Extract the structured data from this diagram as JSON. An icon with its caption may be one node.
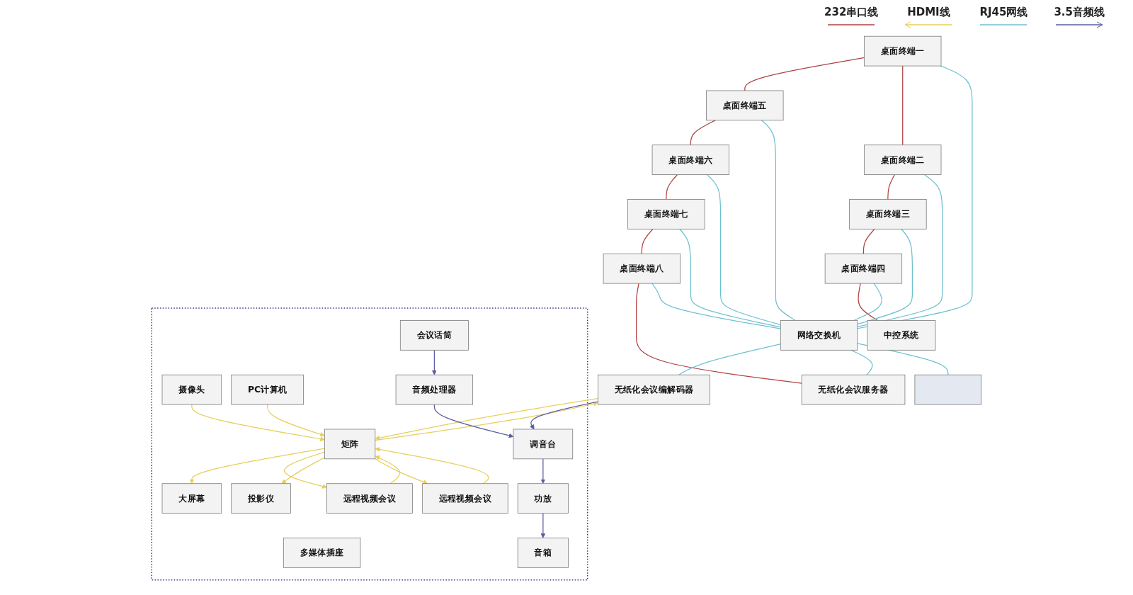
{
  "diagram": {
    "nodes": [
      {
        "text": [
          "桌面终端一"
        ]
      },
      {
        "text": [
          "桌面终端五"
        ]
      },
      {
        "text": [
          "桌面终端六"
        ]
      },
      {
        "text": [
          "桌面终端二"
        ]
      },
      {
        "text": [
          "网络交换机"
        ]
      },
      {
        "text": [
          "桌面终端七"
        ]
      },
      {
        "text": [
          "桌面终端三"
        ]
      },
      {
        "text": [
          "桌面终端八"
        ]
      },
      {
        "text": [
          "桌面终端四"
        ]
      },
      {
        "text": [],
        "shape": "box"
      },
      {
        "text": [
          "中控系统"
        ]
      },
      {
        "text": [
          "无纸化会议编解码器"
        ]
      },
      {
        "text": [
          "无纸化会议服务器"
        ]
      },
      {
        "text": [],
        "shape": "box"
      },
      {
        "text": [
          "大屏幕"
        ],
        "in": 13
      },
      {
        "text": [
          "远程视频会议"
        ],
        "in": 13
      },
      {
        "text": [
          "投影仪"
        ],
        "in": 13
      },
      {
        "text": [
          "矩阵"
        ],
        "in": 13
      },
      {
        "text": [
          "摄像头"
        ],
        "in": 13
      },
      {
        "text": [
          "多媒体插座"
        ],
        "in": 13
      },
      {
        "text": [
          "远程视频会议"
        ],
        "in": 13
      },
      {
        "text": [
          "PC计算机"
        ],
        "in": 13
      },
      {
        "text": [
          "会议话筒"
        ],
        "in": 13
      },
      {
        "text": [
          "音频处理器"
        ],
        "in": 13
      },
      {
        "text": [
          "调音台"
        ],
        "in": 13
      },
      {
        "text": [
          "功放"
        ],
        "in": 13
      },
      {
        "text": [
          "音箱"
        ],
        "in": 13
      }
    ],
    "edges": [
      {
        "from": 0,
        "to": 1,
        "arrow": "none",
        "color": "#b04040"
      },
      {
        "from": 1,
        "to": 2,
        "arrow": "none",
        "color": "#b04040"
      },
      {
        "from": 2,
        "to": 5,
        "arrow": "none",
        "color": "#b04040"
      },
      {
        "from": 5,
        "to": 7,
        "arrow": "none",
        "color": "#b04040"
      },
      {
        "from": 7,
        "to": 12,
        "arrow": "none",
        "color": "#b04040"
      },
      {
        "from": 0,
        "to": 3,
        "arrow": "none",
        "color": "#b04040"
      },
      {
        "from": 3,
        "to": 6,
        "arrow": "none",
        "color": "#b04040"
      },
      {
        "from": 6,
        "to": 8,
        "arrow": "none",
        "color": "#b04040"
      },
      {
        "from": 8,
        "to": 10,
        "arrow": "none",
        "color": "#b04040"
      },
      {
        "from": 0,
        "to": 4,
        "arrow": "none",
        "color": "#6cc0d0"
      },
      {
        "from": 3,
        "to": 4,
        "arrow": "none",
        "color": "#6cc0d0"
      },
      {
        "from": 6,
        "to": 4,
        "arrow": "none",
        "color": "#6cc0d0"
      },
      {
        "from": 8,
        "to": 4,
        "arrow": "none",
        "color": "#6cc0d0"
      },
      {
        "from": 1,
        "to": 4,
        "arrow": "none",
        "color": "#6cc0d0"
      },
      {
        "from": 2,
        "to": 4,
        "arrow": "none",
        "color": "#6cc0d0"
      },
      {
        "from": 5,
        "to": 4,
        "arrow": "none",
        "color": "#6cc0d0"
      },
      {
        "from": 7,
        "to": 4,
        "arrow": "none",
        "color": "#6cc0d0"
      },
      {
        "from": 4,
        "to": 11,
        "arrow": "none",
        "color": "#6cc0d0"
      },
      {
        "from": 4,
        "to": 12,
        "arrow": "none",
        "color": "#6cc0d0"
      },
      {
        "from": 4,
        "to": 9,
        "arrow": "none",
        "color": "#6cc0d0"
      },
      {
        "from": 17,
        "to": 14,
        "arrow": "to",
        "color": "#e6cf5a"
      },
      {
        "from": 17,
        "to": 15,
        "arrow": "to",
        "color": "#e6cf5a"
      },
      {
        "from": 15,
        "to": 17,
        "arrow": "to",
        "color": "#e6cf5a"
      },
      {
        "from": 17,
        "to": 16,
        "arrow": "to",
        "color": "#e6cf5a"
      },
      {
        "from": 21,
        "to": 17,
        "arrow": "to",
        "color": "#e6cf5a"
      },
      {
        "from": 18,
        "to": 17,
        "arrow": "to",
        "color": "#e6cf5a"
      },
      {
        "from": 17,
        "to": 20,
        "arrow": "to",
        "color": "#e6cf5a"
      },
      {
        "from": 20,
        "to": 17,
        "arrow": "to",
        "color": "#e6cf5a"
      },
      {
        "from": 17,
        "to": 11,
        "arrow": "to",
        "color": "#e6cf5a"
      },
      {
        "from": 11,
        "to": 17,
        "arrow": "to",
        "color": "#e6cf5a"
      },
      {
        "from": 22,
        "to": 23,
        "arrow": "to",
        "color": "#5c5ca0"
      },
      {
        "from": 23,
        "to": 24,
        "arrow": "to",
        "color": "#5c5ca0"
      },
      {
        "from": 24,
        "to": 25,
        "arrow": "to",
        "color": "#5c5ca0"
      },
      {
        "from": 25,
        "to": 26,
        "arrow": "to",
        "color": "#5c5ca0"
      },
      {
        "from": 11,
        "to": 24,
        "arrow": "to",
        "color": "#5c5ca0"
      }
    ],
    "legend": [
      {
        "text": "232串口线"
      },
      {
        "text": "HDMI线"
      },
      {
        "text": "RJ45网线"
      },
      {
        "text": "3.5音频线"
      }
    ]
  }
}
